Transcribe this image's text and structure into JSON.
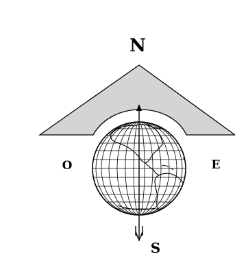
{
  "compass": {
    "north": "N",
    "west": "O",
    "east": "E",
    "south": "S"
  },
  "colors": {
    "roof_fill": "#d4d4d4",
    "outline": "#000000",
    "background": "#ffffff"
  },
  "icons": [
    "globe-icon",
    "compass-arrow-icon",
    "roof-arch-icon"
  ]
}
